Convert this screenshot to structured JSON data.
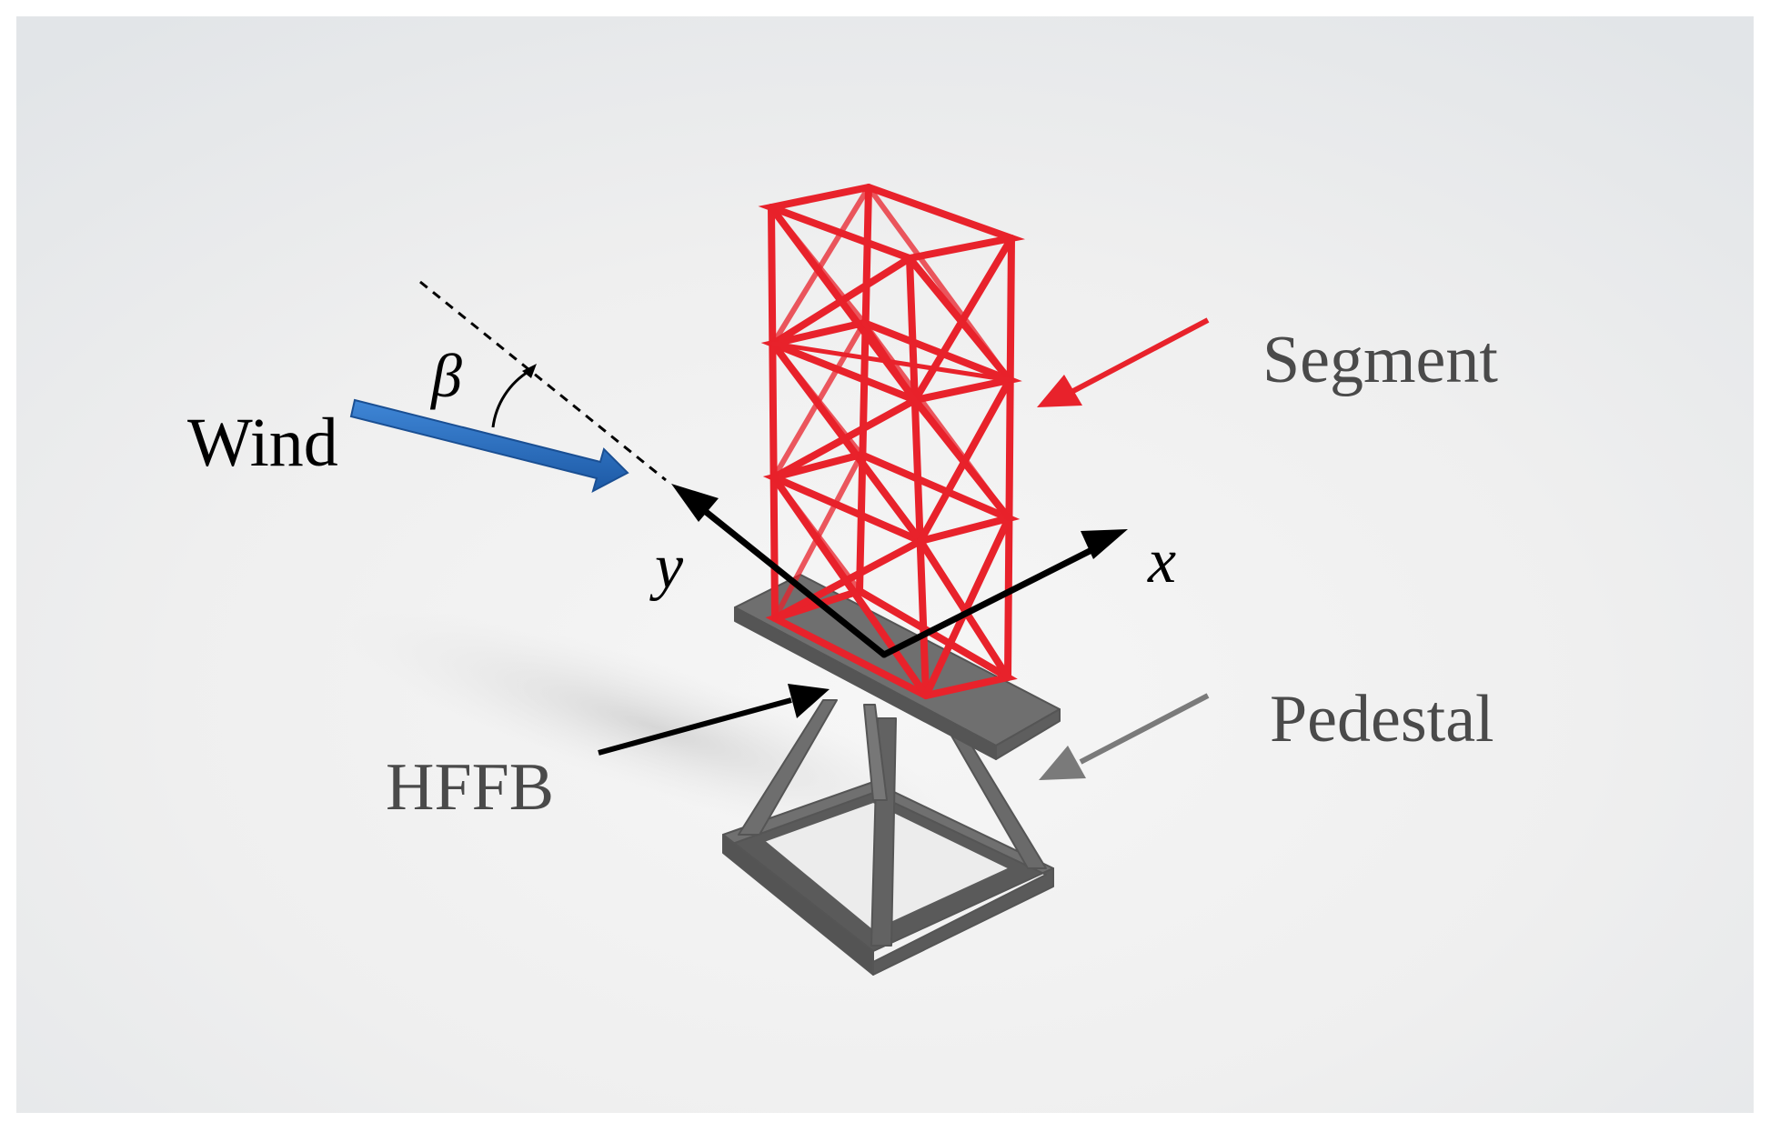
{
  "labels": {
    "wind": "Wind",
    "beta": "β",
    "y_axis": "y",
    "x_axis": "x",
    "segment": "Segment",
    "pedestal": "Pedestal",
    "hffb": "HFFB"
  },
  "colors": {
    "frame_background": "#e9ebed",
    "segment": "#e8222b",
    "pedestal": "#6a6a6a",
    "wind_arrow": "#2a6fc2",
    "axis_arrows": "#000000",
    "segment_pointer": "#e8222b",
    "pedestal_pointer": "#7a7a7a",
    "hffb_pointer": "#000000",
    "label_gray": "#4a4a4a"
  },
  "icons": {
    "wind": "wind-arrow-icon",
    "segment": "lattice-tower-segment",
    "pedestal": "pedestal-base"
  }
}
